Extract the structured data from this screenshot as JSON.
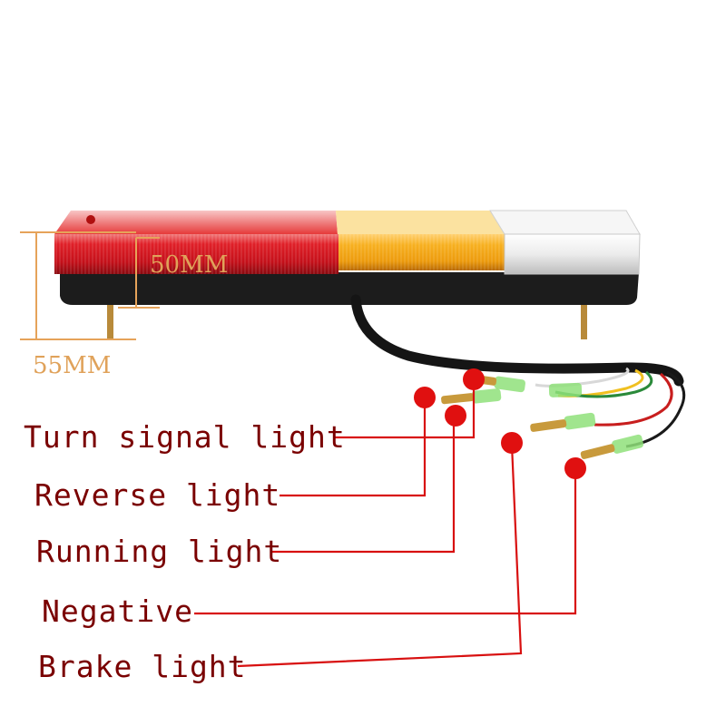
{
  "dimensions": {
    "height_label": "50MM",
    "total_height_label": "55MM"
  },
  "lamp": {
    "sections": [
      "red",
      "amber",
      "clear"
    ],
    "colors": {
      "red": "#d8161e",
      "amber": "#f3a512",
      "clear": "#eeeeee",
      "housing": "#1c1c1c"
    }
  },
  "wires": {
    "colors": [
      "#1a1a1a",
      "#2a8a3a",
      "#f0c020",
      "#c81e1e",
      "#d8d8d8"
    ]
  },
  "callouts": {
    "marker_color": "#e01010",
    "line_color": "#d81010",
    "items": [
      {
        "label": "Turn signal light"
      },
      {
        "label": "Reverse light"
      },
      {
        "label": "Running light"
      },
      {
        "label": "Negative"
      },
      {
        "label": "Brake light"
      }
    ]
  }
}
